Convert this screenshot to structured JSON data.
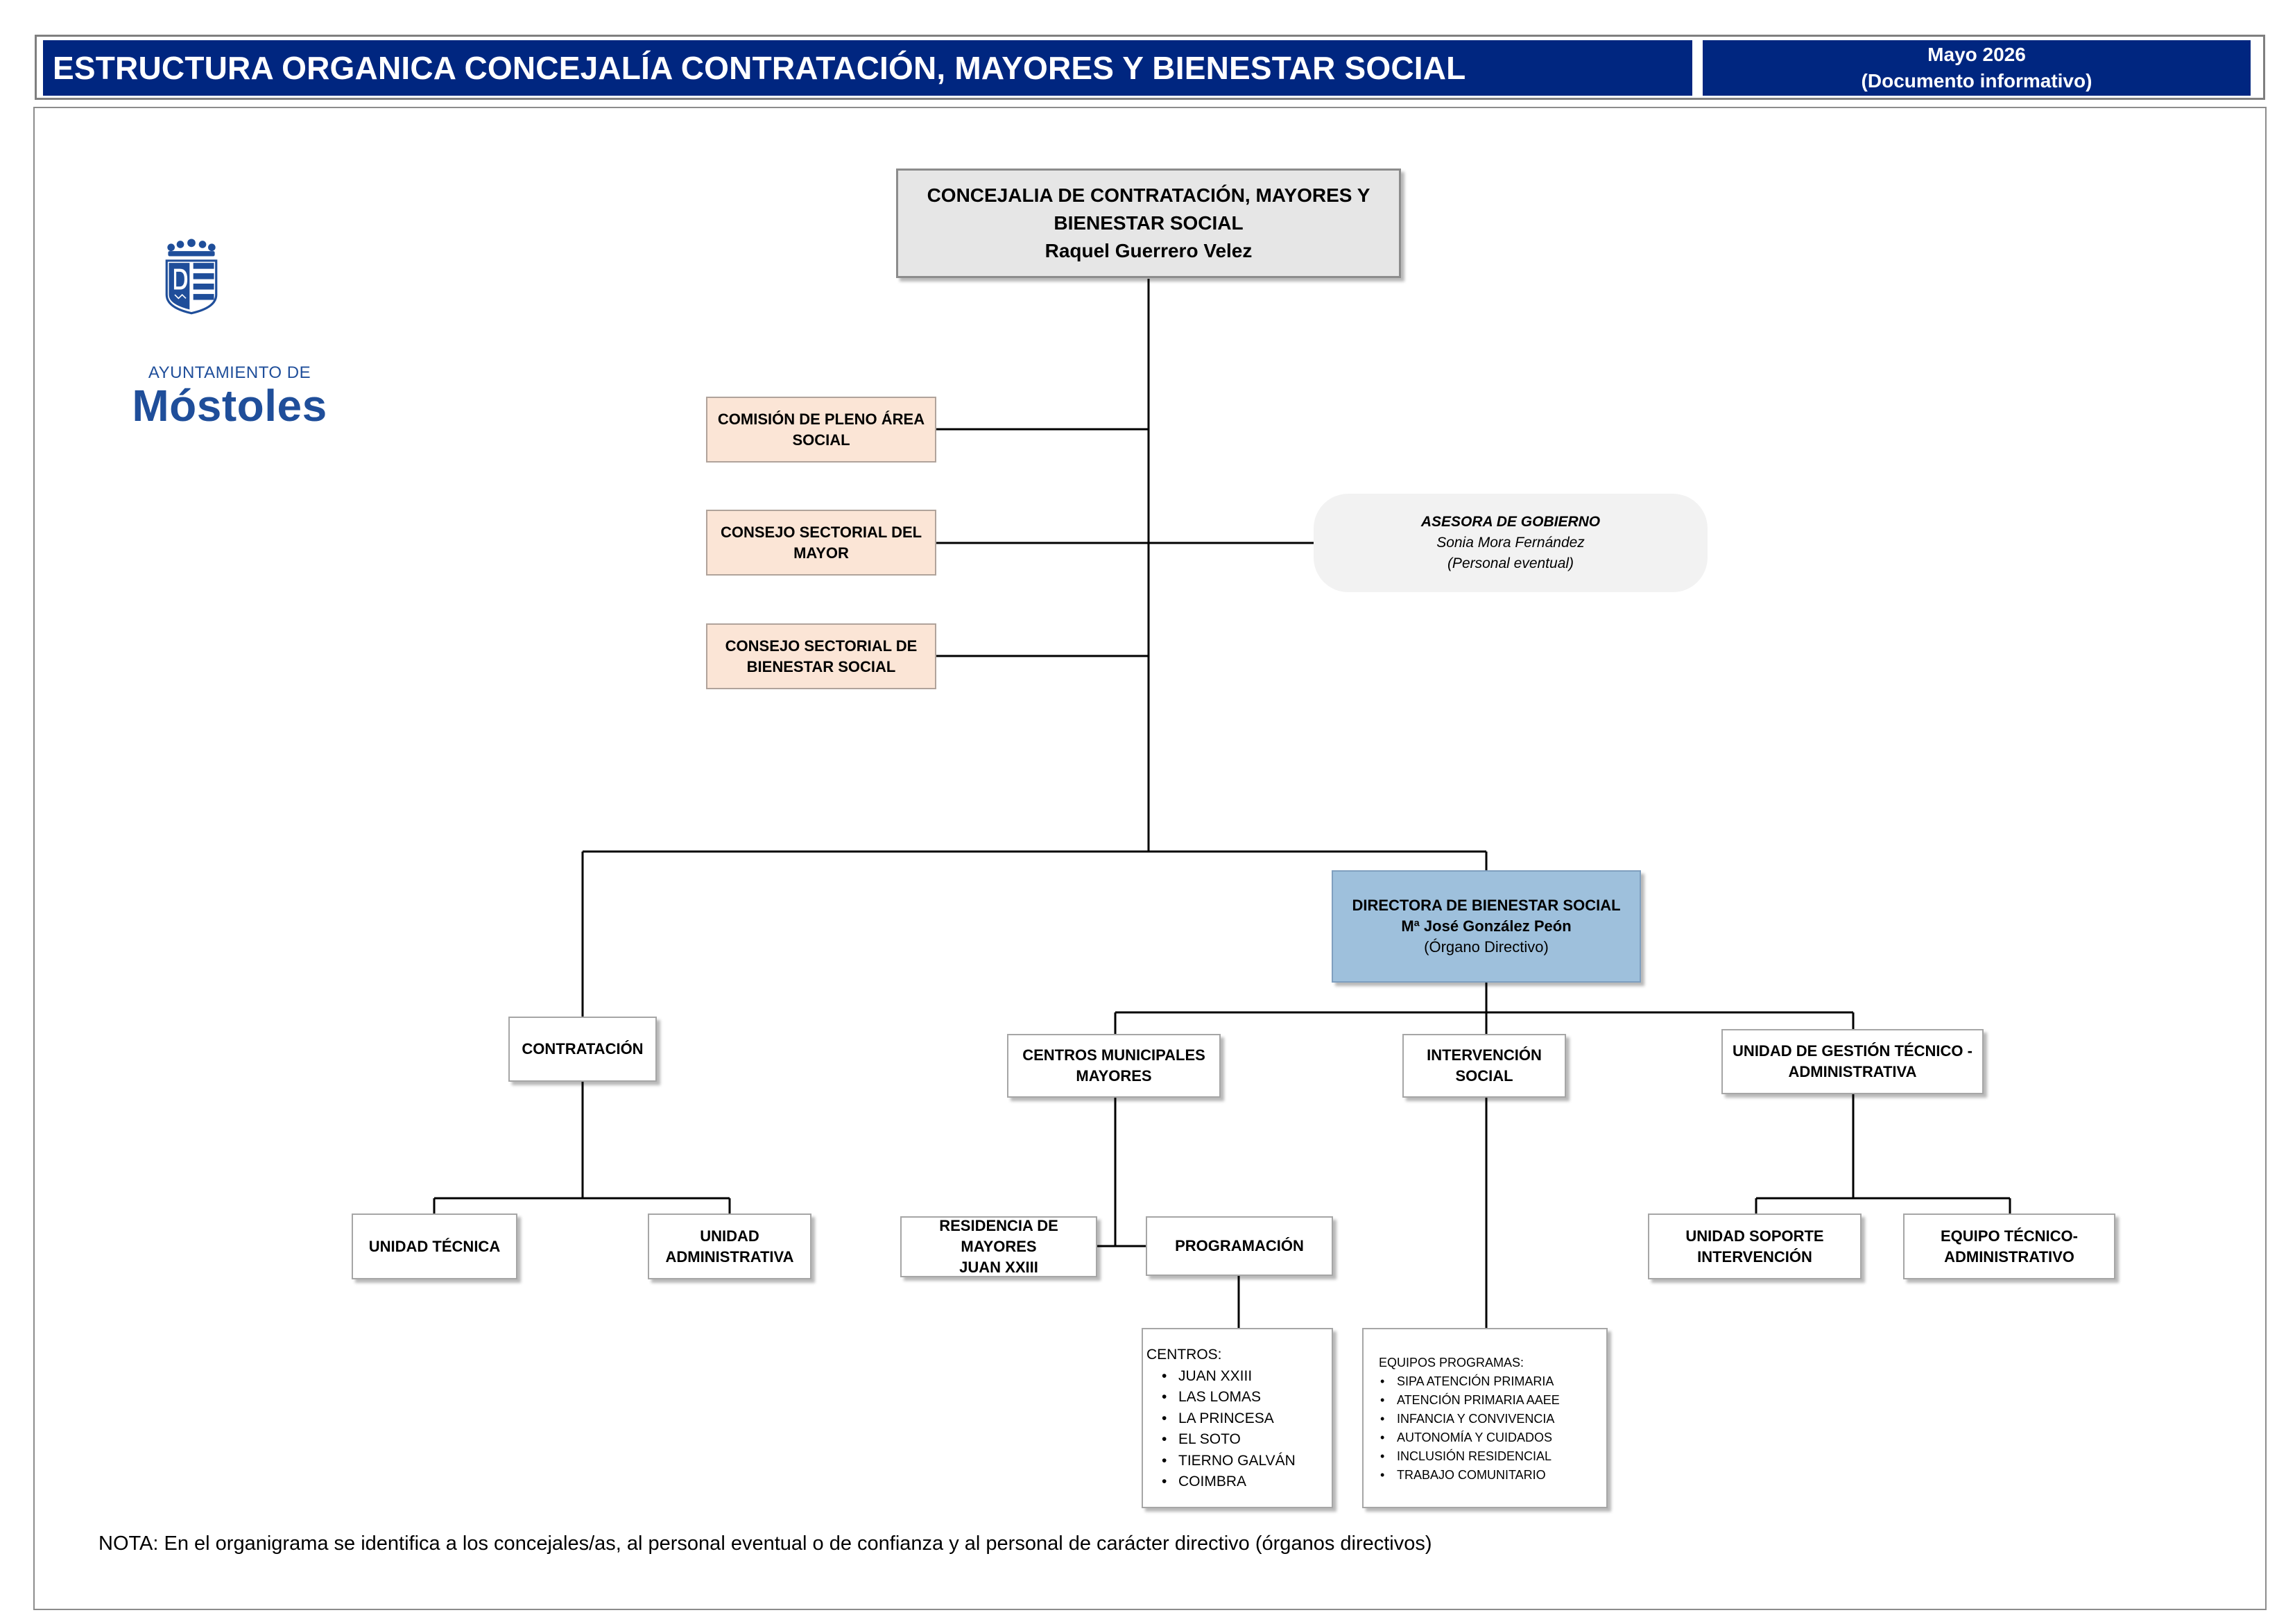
{
  "header": {
    "title": "ESTRUCTURA ORGANICA CONCEJALÍA CONTRATACIÓN, MAYORES Y BIENESTAR SOCIAL",
    "date": "Mayo 2026",
    "doc_type": "(Documento informativo)"
  },
  "logo": {
    "line1": "AYUNTAMIENTO DE",
    "line2": "Móstoles",
    "brand_color": "#1f4e9a"
  },
  "top": {
    "line1": "CONCEJALIA DE CONTRATACIÓN, MAYORES Y",
    "line2": "BIENESTAR SOCIAL",
    "name": "Raquel Guerrero Velez"
  },
  "councils": [
    {
      "line1": "COMISIÓN DE PLENO ÁREA",
      "line2": "SOCIAL"
    },
    {
      "line1": "CONSEJO SECTORIAL DEL",
      "line2": "MAYOR"
    },
    {
      "line1": "CONSEJO SECTORIAL DE",
      "line2": "BIENESTAR SOCIAL"
    }
  ],
  "advisor": {
    "title": "ASESORA DE GOBIERNO",
    "name": "Sonia Mora Fernández",
    "type": "(Personal eventual)"
  },
  "director": {
    "title": "DIRECTORA DE BIENESTAR SOCIAL",
    "name": "Mª José González Peón",
    "type": "(Órgano Directivo)"
  },
  "contratacion": {
    "label": "CONTRATACIÓN",
    "unidad_tecnica": "UNIDAD TÉCNICA",
    "unidad_admin_1": "UNIDAD",
    "unidad_admin_2": "ADMINISTRATIVA"
  },
  "centros": {
    "line1": "CENTROS MUNICIPALES",
    "line2": "MAYORES",
    "residencia_1": "RESIDENCIA DE MAYORES",
    "residencia_2": "JUAN XXIII",
    "programacion": "PROGRAMACIÓN",
    "list_title": "CENTROS:",
    "list": [
      "JUAN XXIII",
      "LAS LOMAS",
      "LA PRINCESA",
      "EL SOTO",
      "TIERNO GALVÁN",
      "COIMBRA"
    ]
  },
  "intervencion": {
    "line1": "INTERVENCIÓN",
    "line2": "SOCIAL",
    "list_title": "EQUIPOS PROGRAMAS:",
    "list": [
      "SIPA ATENCIÓN PRIMARIA",
      "ATENCIÓN PRIMARIA AAEE",
      "INFANCIA Y CONVIVENCIA",
      "AUTONOMÍA Y CUIDADOS",
      "INCLUSIÓN RESIDENCIAL",
      "TRABAJO COMUNITARIO"
    ]
  },
  "gestion": {
    "line1": "UNIDAD DE GESTIÓN TÉCNICO -",
    "line2": "ADMINISTRATIVA",
    "soporte_1": "UNIDAD SOPORTE",
    "soporte_2": "INTERVENCIÓN",
    "equipo_1": "EQUIPO TÉCNICO-",
    "equipo_2": "ADMINISTRATIVO"
  },
  "note": "NOTA: En el organigrama se identifica a los concejales/as, al personal eventual o de confianza  y al personal de carácter directivo (órganos directivos)",
  "colors": {
    "header_bg": "#002680",
    "council_bg": "#fbe5d6",
    "director_bg": "#9ec0dc",
    "top_bg": "#e6e6e6"
  }
}
